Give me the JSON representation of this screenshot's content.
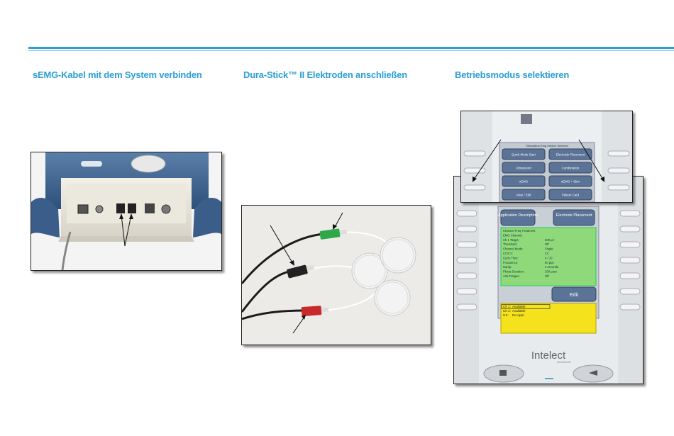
{
  "sections": [
    {
      "heading": "sEMG-Kabel mit dem System verbinden",
      "icon": "device-connector-photo"
    },
    {
      "heading": "Dura-Stick™ II Elektroden anschließen",
      "icon": "electrode-cables-photo"
    },
    {
      "heading": "Betriebsmodus selektieren",
      "icon": "device-screen-photo"
    }
  ],
  "device_top_menu": {
    "title": "Stimulation Emg Intelect Selected",
    "buttons": [
      "Quick Mode Start",
      "Electrode Placement",
      "Ultrasound",
      "Combination",
      "sEMG",
      "sEMG + Stim",
      "View / Edit",
      "Patient Card"
    ]
  },
  "device_screen": {
    "btn_application": "Application Description",
    "btn_electrode": "Electrode Placement",
    "params": [
      {
        "k": "Channel Freq Treatment",
        "v": ""
      },
      {
        "k": "EMG Channel:",
        "v": ""
      },
      {
        "k": "Ch 1 Target:",
        "v": "500 µV"
      },
      {
        "k": "Threshold:",
        "v": "Off"
      },
      {
        "k": "Channel Mode:",
        "v": "Single"
      },
      {
        "k": "CC/CV:",
        "v": "CC"
      },
      {
        "k": "Cycle Time:",
        "v": "4 / 10"
      },
      {
        "k": "Frequency:",
        "v": "50 pps"
      },
      {
        "k": "Ramp:",
        "v": "2 seconds"
      },
      {
        "k": "Phase Duration:",
        "v": "200 µsec"
      },
      {
        "k": "Anti-Fatigue:",
        "v": "Off"
      }
    ],
    "btn_edit": "Edit",
    "status": [
      {
        "k": "Ch 1:",
        "v": "Available"
      },
      {
        "k": "Ch 2:",
        "v": "Available"
      },
      {
        "k": "US:",
        "v": "No Appl."
      }
    ],
    "brand": "Intelect",
    "brand_sub": "ADVANCED"
  }
}
